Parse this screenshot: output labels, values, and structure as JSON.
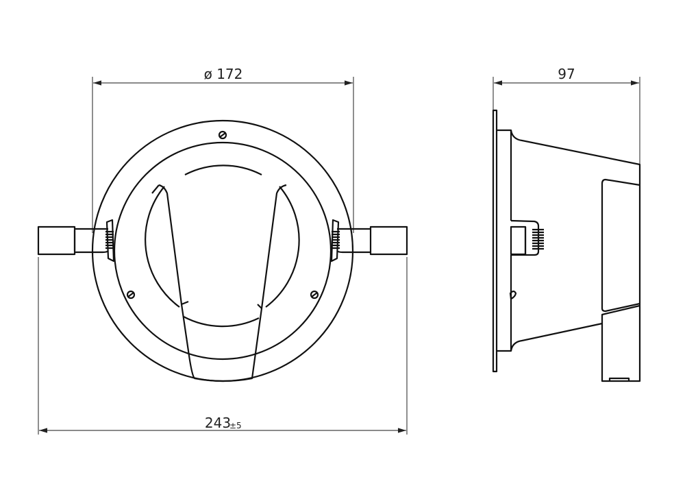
{
  "dimensions": {
    "diameter": {
      "symbol": "ø",
      "value": "172"
    },
    "depth": {
      "value": "97"
    },
    "overall_width": {
      "value": "243",
      "tolerance": "±5"
    }
  },
  "colors": {
    "line": "#111111",
    "background": "#ffffff"
  }
}
